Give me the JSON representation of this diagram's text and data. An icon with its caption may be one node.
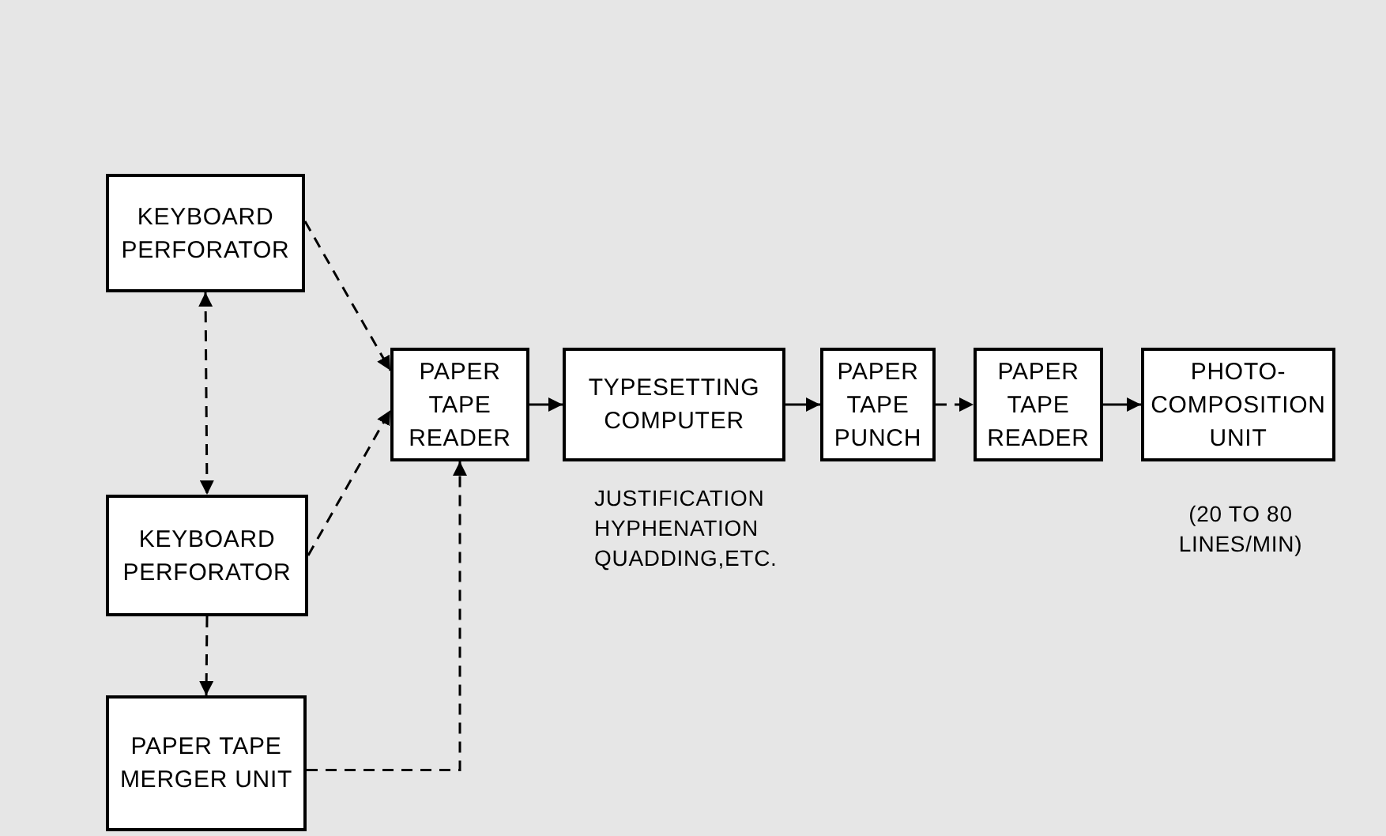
{
  "diagram": {
    "nodes": [
      {
        "text": [
          "KEYBOARD PERFORATOR"
        ]
      },
      {
        "text": [
          "KEYBOARD PERFORATOR"
        ]
      },
      {
        "text": [
          "PAPER TAPE MERGER UNIT"
        ]
      },
      {
        "text": [
          "PAPER TAPE READER"
        ]
      },
      {
        "text": [
          "TYPESETTING COMPUTER"
        ],
        "beside": [
          "JUSTIFICATION HYPHENATION QUADDING,ETC."
        ]
      },
      {
        "text": [
          "PAPER TAPE PUNCH"
        ]
      },
      {
        "text": [
          "PAPER TAPE READER"
        ]
      },
      {
        "text": [
          "PHOTO- COMPOSITION UNIT"
        ],
        "beside": [
          "(20 TO 80 LINES/MIN)"
        ]
      }
    ],
    "edges": [
      {
        "from": 0,
        "to": 3,
        "arrow": "to",
        "style": "dashed"
      },
      {
        "from": 1,
        "to": 3,
        "arrow": "to",
        "style": "dashed"
      },
      {
        "from": 0,
        "to": 1,
        "arrow": "both",
        "style": "dashed"
      },
      {
        "from": 1,
        "to": 2,
        "arrow": "to",
        "style": "dashed"
      },
      {
        "from": 2,
        "to": 3,
        "arrow": "to",
        "style": "dashed"
      },
      {
        "from": 3,
        "to": 4,
        "arrow": "to"
      },
      {
        "from": 4,
        "to": 5,
        "arrow": "to"
      },
      {
        "from": 5,
        "to": 6,
        "arrow": "to",
        "style": "dashed"
      },
      {
        "from": 6,
        "to": 7,
        "arrow": "to"
      }
    ]
  }
}
